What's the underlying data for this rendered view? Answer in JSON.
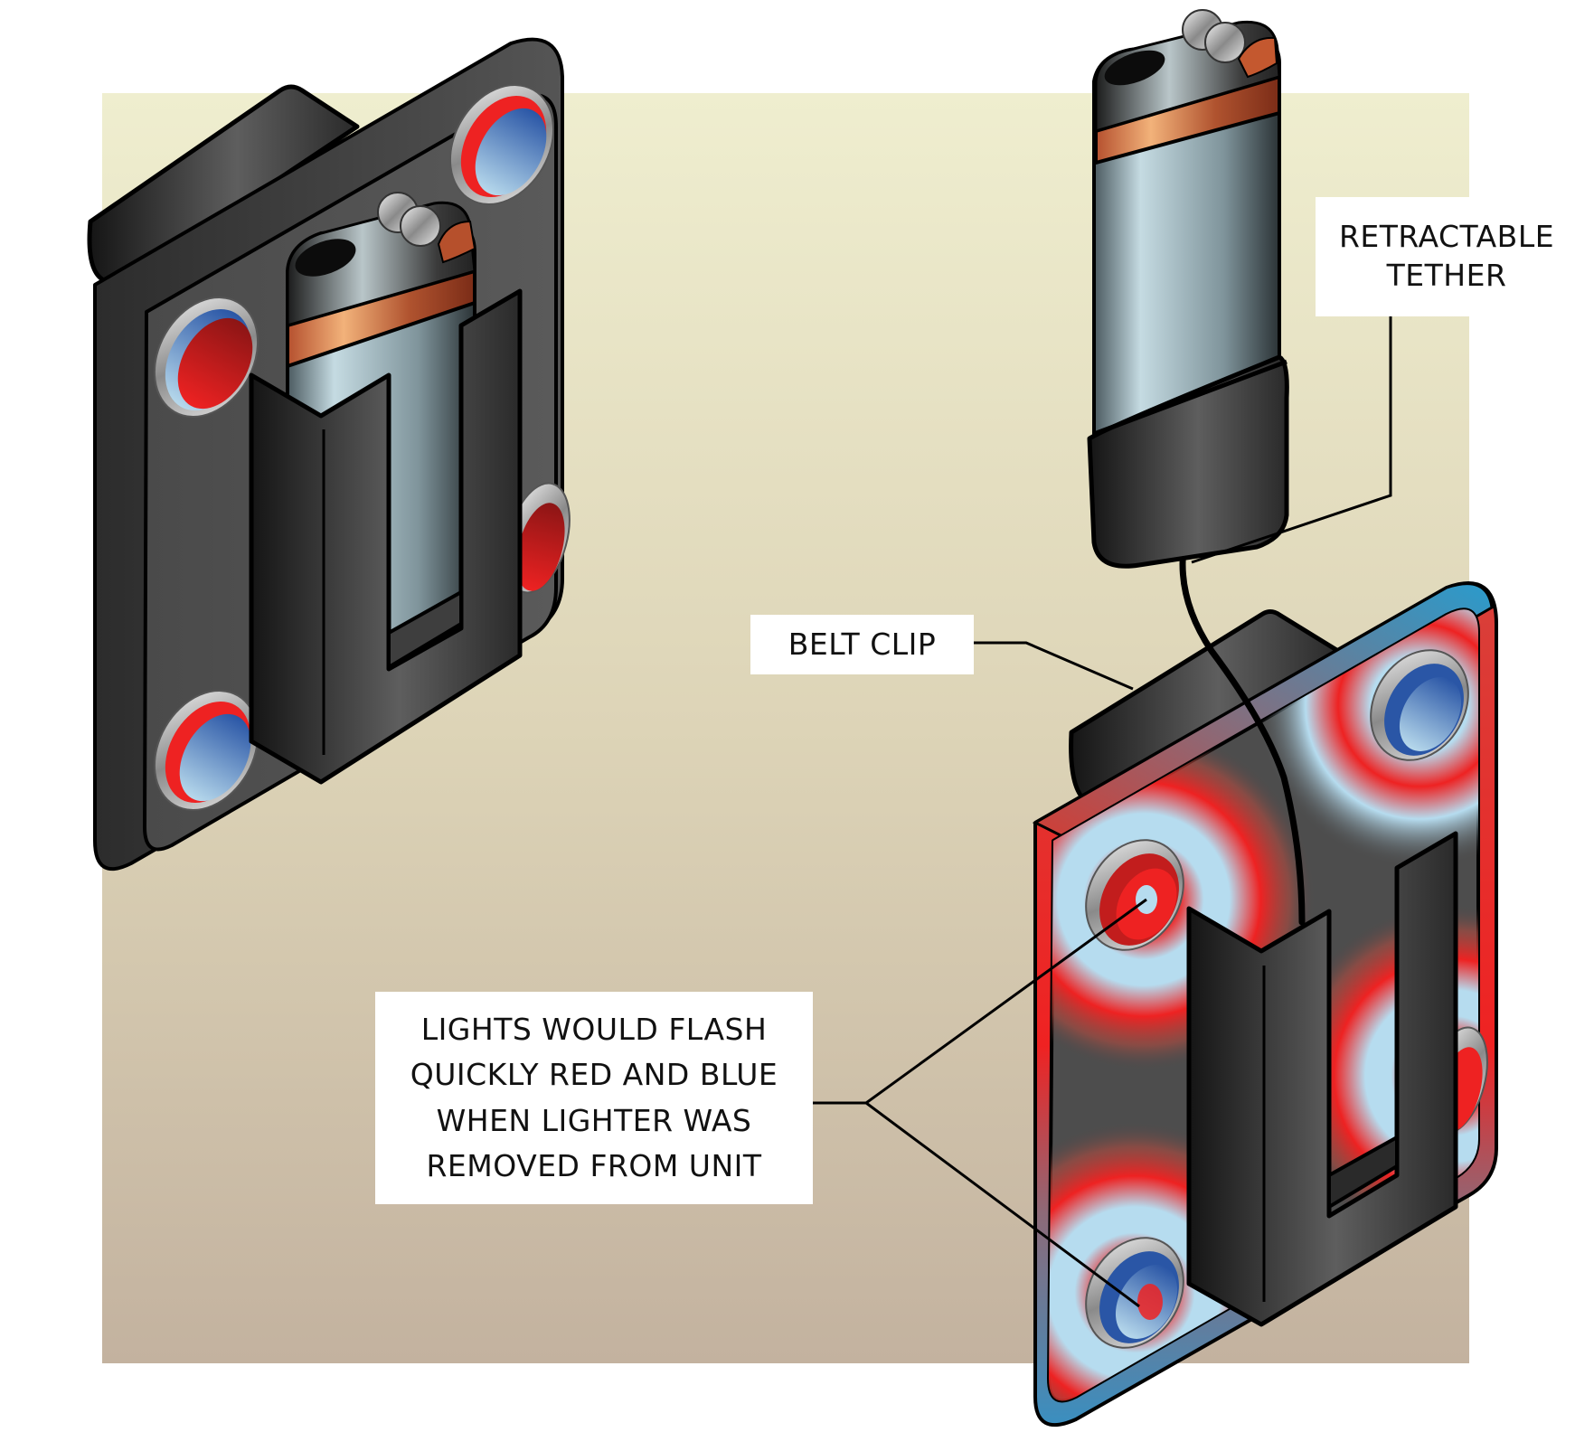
{
  "title": "Lighter holder with belt clip and retractable tether",
  "labels": {
    "retractable_tether": [
      "RETRACTABLE",
      "TETHER"
    ],
    "belt_clip": [
      "BELT CLIP"
    ],
    "lights_note": [
      "LIGHTS WOULD FLASH",
      "QUICKLY RED AND BLUE",
      "WHEN LIGHTER WAS",
      "REMOVED FROM UNIT"
    ]
  },
  "colors": {
    "background_top": "#efedd0",
    "background_bottom": "#c3b29f",
    "device_body": "#3a3a3a",
    "light_red": "#ee2222",
    "light_blue": "#a9cfe4",
    "lighter_band": "#c8663a",
    "lighter_body": "#a9c2cb",
    "edge_blue": "#2f9ac7"
  },
  "figures": [
    {
      "name": "holder-with-lighter",
      "state": "lighter inserted"
    },
    {
      "name": "holder-lighter-removed",
      "state": "lighter removed, lights flashing"
    }
  ]
}
